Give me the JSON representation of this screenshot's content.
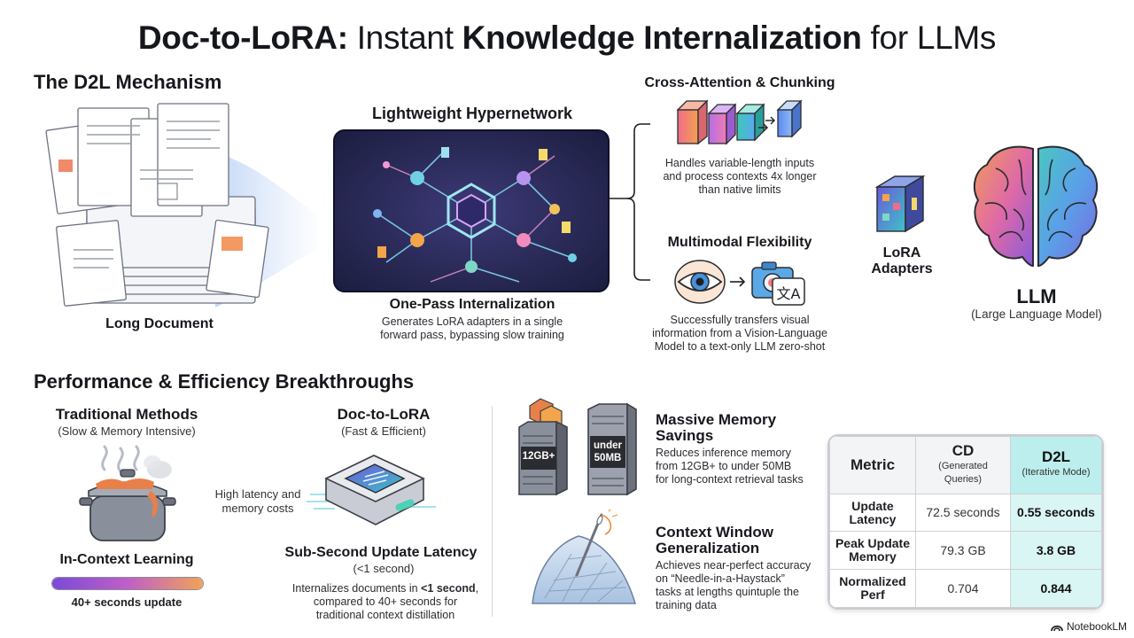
{
  "title": {
    "part1": "Doc-to-LoRA:",
    "part2": " Instant ",
    "part3": "Knowledge Internalization",
    "part4": " for LLMs"
  },
  "mechanism": {
    "heading": "The D2L Mechanism",
    "long_document": "Long Document",
    "hypernetwork_title": "Lightweight Hypernetwork",
    "one_pass_title": "One-Pass Internalization",
    "one_pass_desc_1": "Generates LoRA adapters in a single",
    "one_pass_desc_2": "forward pass, bypassing slow training",
    "cross_attention_title": "Cross-Attention & Chunking",
    "cross_attention_desc_1": "Handles variable-length inputs",
    "cross_attention_desc_2": "and process contexts 4x longer",
    "cross_attention_desc_3": "than native limits",
    "multimodal_title": "Multimodal Flexibility",
    "multimodal_desc_1": "Successfully transfers visual",
    "multimodal_desc_2": "information from a Vision-Language",
    "multimodal_desc_3": "Model to a text-only LLM zero-shot",
    "translate_glyph": "文A",
    "lora_1": "LoRA",
    "lora_2": "Adapters",
    "llm_title": "LLM",
    "llm_sub": "(Large Language Model)"
  },
  "performance": {
    "heading": "Performance & Efficiency Breakthroughs",
    "trad_title": "Traditional Methods",
    "trad_sub": "(Slow & Memory Intensive)",
    "latency_1": "High latency and",
    "latency_2": "memory costs",
    "icl_title": "In-Context Learning",
    "icl_progress": 1.0,
    "icl_caption": "40+ seconds update",
    "d2l_title": "Doc-to-LoRA",
    "d2l_sub": "(Fast & Efficient)",
    "subsecond_title": "Sub-Second Update Latency",
    "subsecond_sub": "(<1 second)",
    "subsecond_desc_1a": "Internalizes documents in ",
    "subsecond_desc_1b": "<1 second",
    "subsecond_desc_1c": ",",
    "subsecond_desc_2": "compared to 40+ seconds for",
    "subsecond_desc_3": "traditional context distillation",
    "server_big": "12GB+",
    "server_small_1": "under",
    "server_small_2": "50MB",
    "memory_title_1": "Massive Memory",
    "memory_title_2": "Savings",
    "memory_desc_1": "Reduces inference memory",
    "memory_desc_2": "from 12GB+ to under 50MB",
    "memory_desc_3": "for long-context retrieval tasks",
    "context_title_1": "Context Window",
    "context_title_2": "Generalization",
    "context_desc_1": "Achieves near-perfect accuracy",
    "context_desc_2": "on “Needle-in-a-Haystack”",
    "context_desc_3": "tasks at lengths quintuple the",
    "context_desc_4": "training data"
  },
  "table": {
    "col_metric": "Metric",
    "col_cd": "CD",
    "col_cd_sub": "(Generated Queries)",
    "col_d2l": "D2L",
    "col_d2l_sub": "(Iterative Mode)",
    "rows": [
      {
        "metric_1": "Update",
        "metric_2": "Latency",
        "cd": "72.5 seconds",
        "d2l": "0.55 seconds"
      },
      {
        "metric_1": "Peak Update",
        "metric_2": "Memory",
        "cd": "79.3 GB",
        "d2l": "3.8 GB"
      },
      {
        "metric_1": "Normalized",
        "metric_2": "Perf",
        "cd": "0.704",
        "d2l": "0.844"
      }
    ]
  },
  "footer": {
    "brand": "NotebookLM"
  },
  "colors": {
    "accent_teal": "#2bb5b5",
    "purple": "#6a4ad0",
    "orange": "#f08a3c"
  }
}
